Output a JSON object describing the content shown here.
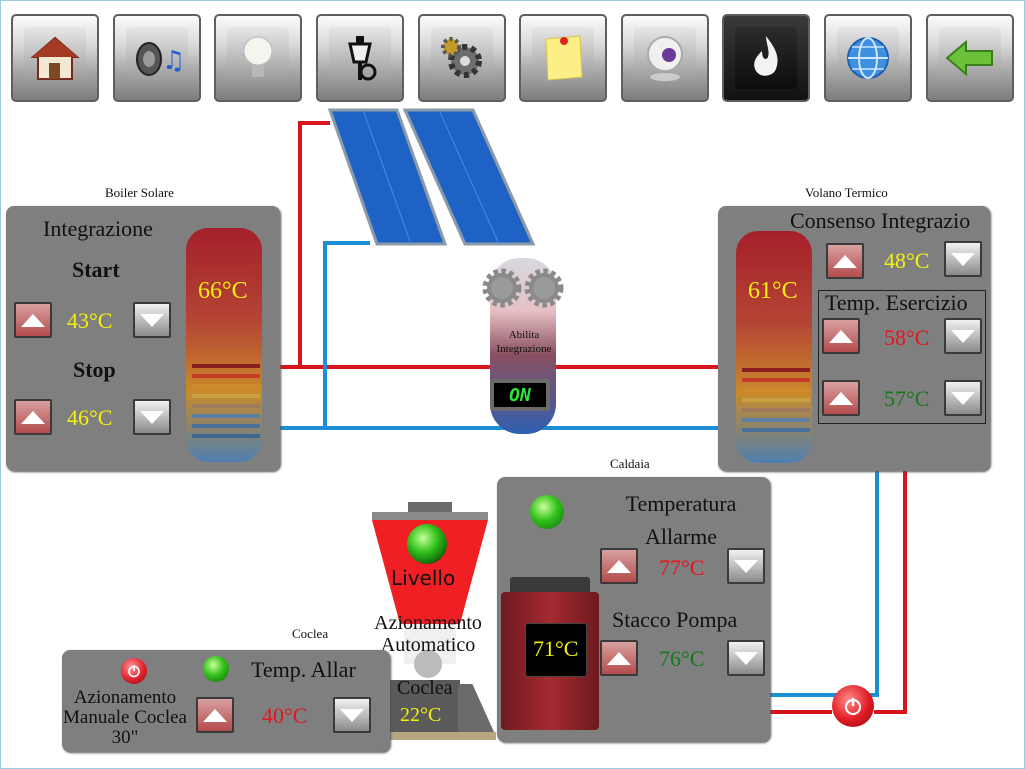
{
  "toolbar": {
    "buttons": [
      {
        "icon": "home-icon"
      },
      {
        "icon": "audio-icon"
      },
      {
        "icon": "lightbulb-icon"
      },
      {
        "icon": "lantern-icon"
      },
      {
        "icon": "gear-icon"
      },
      {
        "icon": "note-icon"
      },
      {
        "icon": "webcam-icon"
      },
      {
        "icon": "flame-icon",
        "active": true
      },
      {
        "icon": "globe-icon"
      },
      {
        "icon": "back-arrow-icon"
      }
    ]
  },
  "boiler_solare": {
    "label": "Boiler Solare",
    "integrazione": "Integrazione",
    "start": "Start",
    "start_value": "43°C",
    "stop": "Stop",
    "stop_value": "46°C",
    "tank_temp": "66°C"
  },
  "integration_unit": {
    "label": "Abilita Integrazione",
    "state": "ON"
  },
  "volano_termico": {
    "label": "Volano Termico",
    "consenso": "Consenso Integrazio",
    "consenso_value": "48°C",
    "tank_temp": "61°C",
    "esercizio": "Temp. Esercizio",
    "esercizio_max": "58°C",
    "esercizio_min": "57°C"
  },
  "caldaia": {
    "label": "Caldaia",
    "temperatura_allarme": "Temperatura Allarme",
    "allarme_value": "77°C",
    "stacco_pompa": "Stacco Pompa",
    "stacco_value": "76°C",
    "boiler_temp": "71°C"
  },
  "hopper": {
    "livello": "Livello",
    "azionamento_automatico": "Azionamento Automatico",
    "coclea_label": "Coclea",
    "coclea_temp": "22°C"
  },
  "coclea": {
    "label": "Coclea",
    "temp_allarme": "Temp. Allar",
    "temp_value": "40°C",
    "manuale": "Azionamento Manuale Coclea 30\""
  },
  "colors": {
    "hot": "#d8141e",
    "cold": "#1a8fd4",
    "panel": "#7f7f7f",
    "yellow": "#f4f00e",
    "green": "#15791c"
  }
}
